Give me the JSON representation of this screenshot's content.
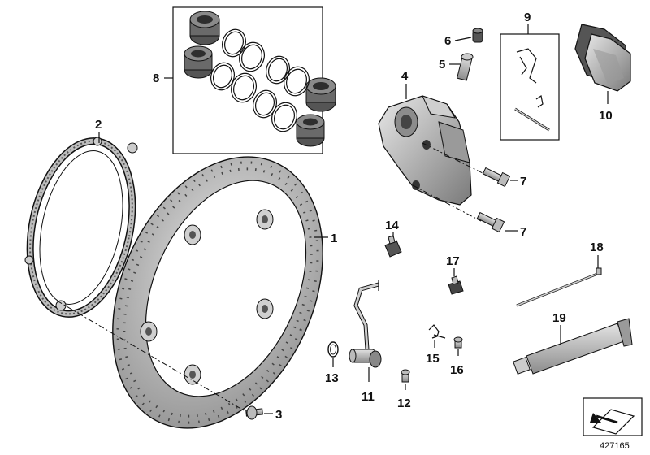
{
  "diagram": {
    "reference_number": "427165",
    "callouts": {
      "c1": "1",
      "c2": "2",
      "c3": "3",
      "c4": "4",
      "c5": "5",
      "c6": "6",
      "c7a": "7",
      "c7b": "7",
      "c8": "8",
      "c9": "9",
      "c10": "10",
      "c11": "11",
      "c12": "12",
      "c13": "13",
      "c14": "14",
      "c15": "15",
      "c16": "16",
      "c17": "17",
      "c18": "18",
      "c19": "19"
    },
    "colors": {
      "line": "#111111",
      "metal_light": "#d9d9d9",
      "metal_mid": "#b3b3b3",
      "metal_dark": "#6e6e6e",
      "piston_dark": "#3a3a3a"
    }
  }
}
